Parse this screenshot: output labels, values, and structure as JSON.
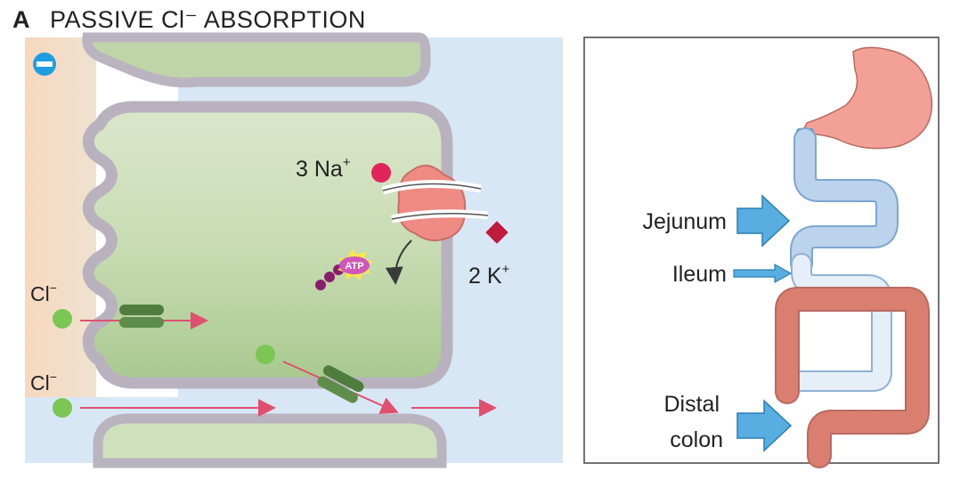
{
  "header": {
    "panel_letter": "A",
    "title": "PASSIVE Cl⁻ ABSORPTION"
  },
  "cell_diagram": {
    "polarity_symbol": "−",
    "sodium_label": "3 Na",
    "sodium_sup": "+",
    "potassium_label": "2 K",
    "potassium_sup": "+",
    "atp_label": "ATP",
    "chloride_label_1": "Cl",
    "chloride_label_2": "Cl",
    "chloride_sup": "−"
  },
  "gut_diagram": {
    "jejunum_label": "Jejunum",
    "ileum_label": "Ileum",
    "distal_line1": "Distal",
    "distal_line2": "colon"
  },
  "colors": {
    "lumen": "#f6dcc6",
    "cell": "#cfe0bd",
    "blood": "#d6e6f4",
    "membrane": "#b9b2be",
    "pump": "#ee8b84",
    "sodium": "#e1245a",
    "potassium": "#c01a3c",
    "chloride": "#7cc653",
    "channel": "#4f7d3e",
    "arrow_blue": "#58aee0",
    "intestine": "#cfe0f3",
    "colon": "#d87868",
    "stomach": "#f3a196"
  }
}
